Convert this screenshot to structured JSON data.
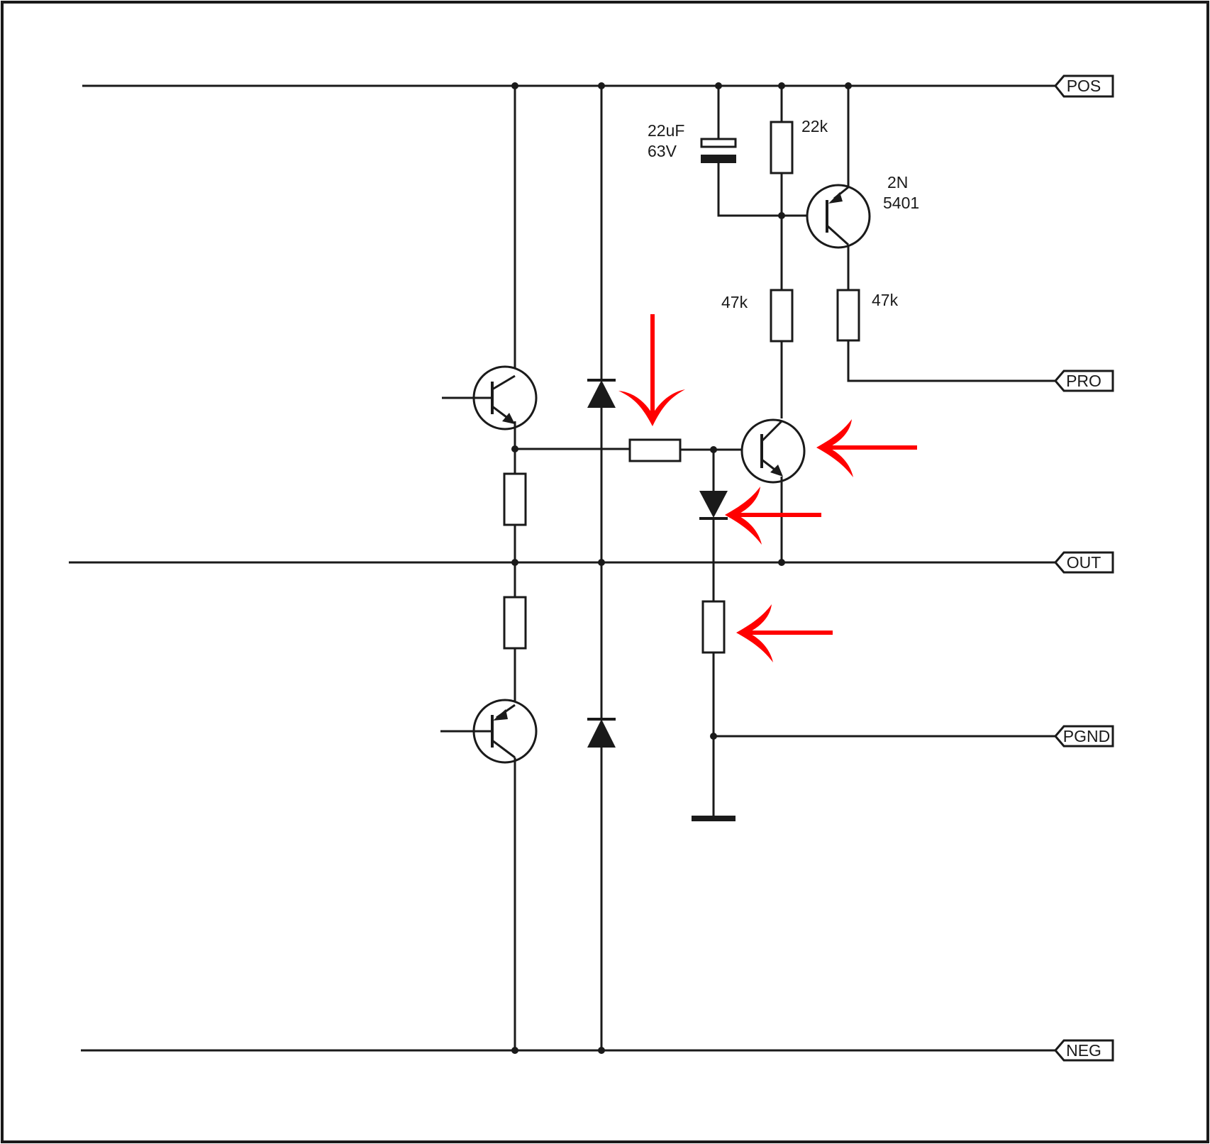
{
  "ports": {
    "pos": "POS",
    "pro": "PRO",
    "out": "OUT",
    "pgnd": "PGND",
    "neg": "NEG"
  },
  "components": {
    "cap_value": "22uF",
    "cap_voltage": "63V",
    "r_top": "22k",
    "r_mid_left": "47k",
    "r_mid_right": "47k",
    "q_pnp_line1": "2N",
    "q_pnp_line2": "5401"
  },
  "colors": {
    "wire": "#1a1a1a",
    "highlight_arrow": "#ff0000",
    "background": "#ffffff"
  }
}
